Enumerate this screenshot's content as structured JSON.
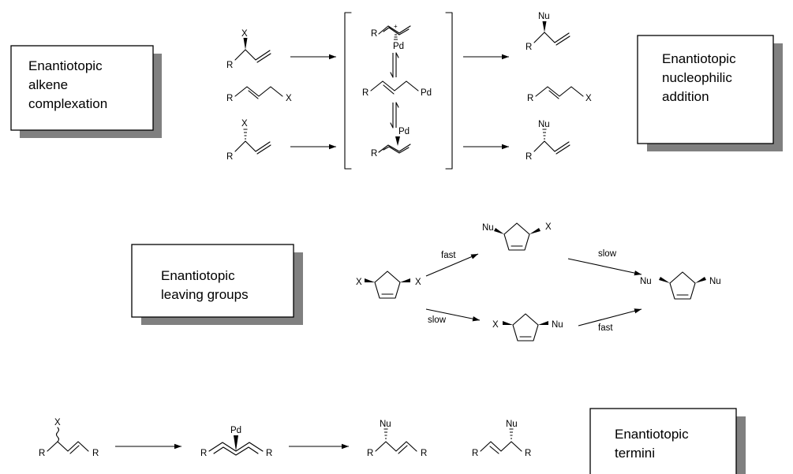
{
  "boxes": {
    "alkene": [
      "Enantiotopic",
      "alkene",
      "complexation"
    ],
    "nucleophilic": [
      "Enantiotopic",
      "nucleophilic",
      "addition"
    ],
    "leaving": [
      "Enantiotopic",
      "leaving groups"
    ],
    "termini": [
      "Enantiotopic",
      "termini"
    ]
  },
  "atoms": {
    "X": "X",
    "R": "R",
    "Pd": "Pd",
    "Nu": "Nu"
  },
  "rates": {
    "fast": "fast",
    "slow": "slow"
  }
}
